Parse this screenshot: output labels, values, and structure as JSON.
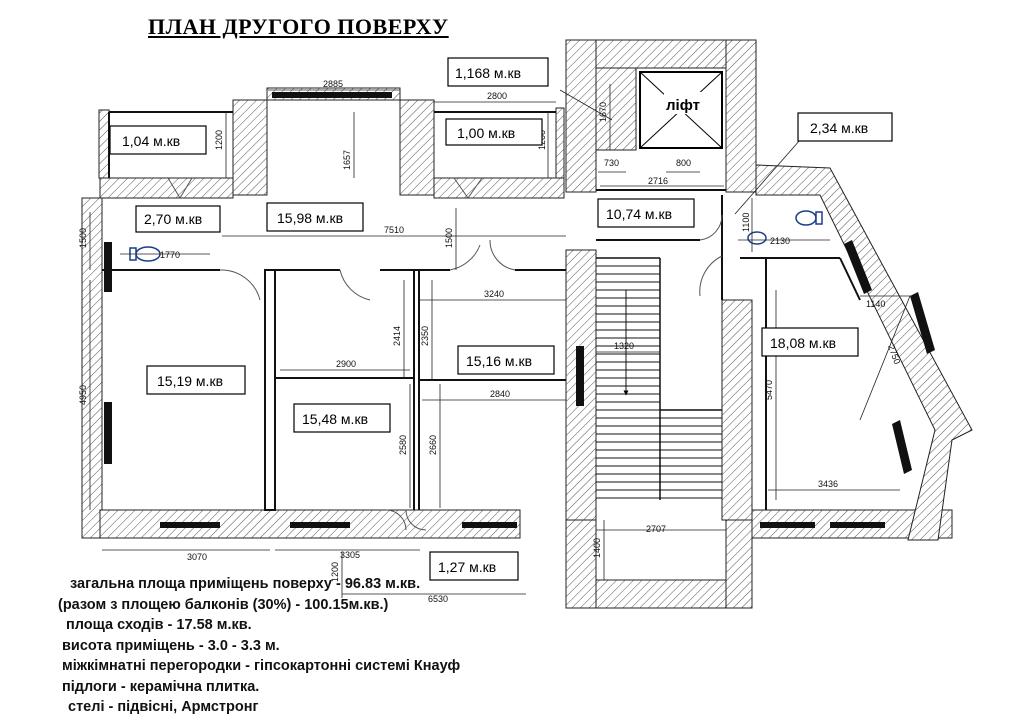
{
  "title": "ПЛАН ДРУГОГО ПОВЕРХУ",
  "rooms": [
    {
      "id": "r104",
      "label": "1,04 м.кв"
    },
    {
      "id": "r100",
      "label": "1,00 м.кв"
    },
    {
      "id": "r1168",
      "label": "1,168 м.кв"
    },
    {
      "id": "r234",
      "label": "2,34 м.кв"
    },
    {
      "id": "r270",
      "label": "2,70 м.кв"
    },
    {
      "id": "r1598",
      "label": "15,98 м.кв"
    },
    {
      "id": "r1074",
      "label": "10,74 м.кв"
    },
    {
      "id": "r1519",
      "label": "15,19 м.кв"
    },
    {
      "id": "r1548",
      "label": "15,48 м.кв"
    },
    {
      "id": "r1516",
      "label": "15,16 м.кв"
    },
    {
      "id": "r1808",
      "label": "18,08 м.кв"
    },
    {
      "id": "r127",
      "label": "1,27 м.кв"
    }
  ],
  "lift_label": "ліфт",
  "dimensions": [
    "2885",
    "2800",
    "1200",
    "1657",
    "1200",
    "1670",
    "730",
    "800",
    "2716",
    "1500",
    "1770",
    "7510",
    "1500",
    "1100",
    "2130",
    "3240",
    "2414",
    "2350",
    "1320",
    "1140",
    "2750",
    "2900",
    "5470",
    "4950",
    "2840",
    "2580",
    "2660",
    "3436",
    "3070",
    "3305",
    "1400",
    "2707",
    "1200",
    "6530"
  ],
  "notes": [
    "загальна площа приміщень поверху - 96.83 м.кв.",
    "(разом з площею балконів (30%) - 100.15м.кв.)",
    "площа сходів - 17.58 м.кв.",
    "висота приміщень - 3.0 - 3.3 м.",
    "міжкімнатні перегородки - гіпсокартонні системі Кнауф",
    "підлоги -  керамічна плитка.",
    "стелі -  підвісні, Армстронг"
  ]
}
